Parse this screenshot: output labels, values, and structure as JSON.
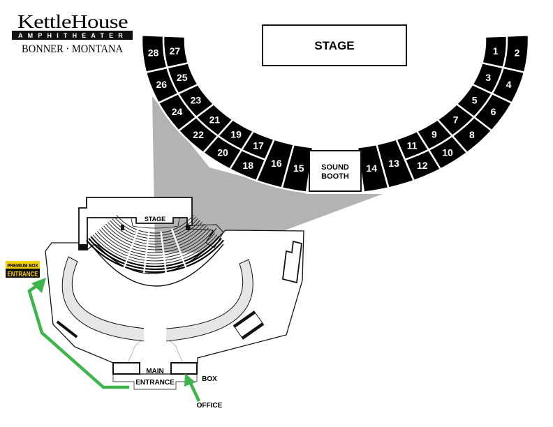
{
  "logo": {
    "name": "KettleHouse",
    "subtitle": "AMPHITHEATER",
    "location": "BONNER · MONTANA"
  },
  "detail_map": {
    "stage_label": "STAGE",
    "sound_booth": [
      "SOUND",
      "BOOTH"
    ],
    "sections": [
      "1",
      "2",
      "3",
      "4",
      "5",
      "6",
      "7",
      "8",
      "9",
      "10",
      "11",
      "12",
      "13",
      "14",
      "15",
      "16",
      "17",
      "18",
      "19",
      "20",
      "21",
      "22",
      "23",
      "24",
      "25",
      "26",
      "27",
      "28"
    ]
  },
  "site_map": {
    "stage_label": "STAGE",
    "premium_box": {
      "line1": "PREMIUM BOX",
      "line2": "ENTRANCE"
    },
    "main_entrance": [
      "MAIN",
      "ENTRANCE"
    ],
    "box_office": [
      "BOX",
      "OFFICE"
    ]
  },
  "colors": {
    "section_fill": "#000000",
    "projection": "#b3b3b3",
    "arrow": "#3db54a",
    "premium_yellow": "#f5d000"
  }
}
